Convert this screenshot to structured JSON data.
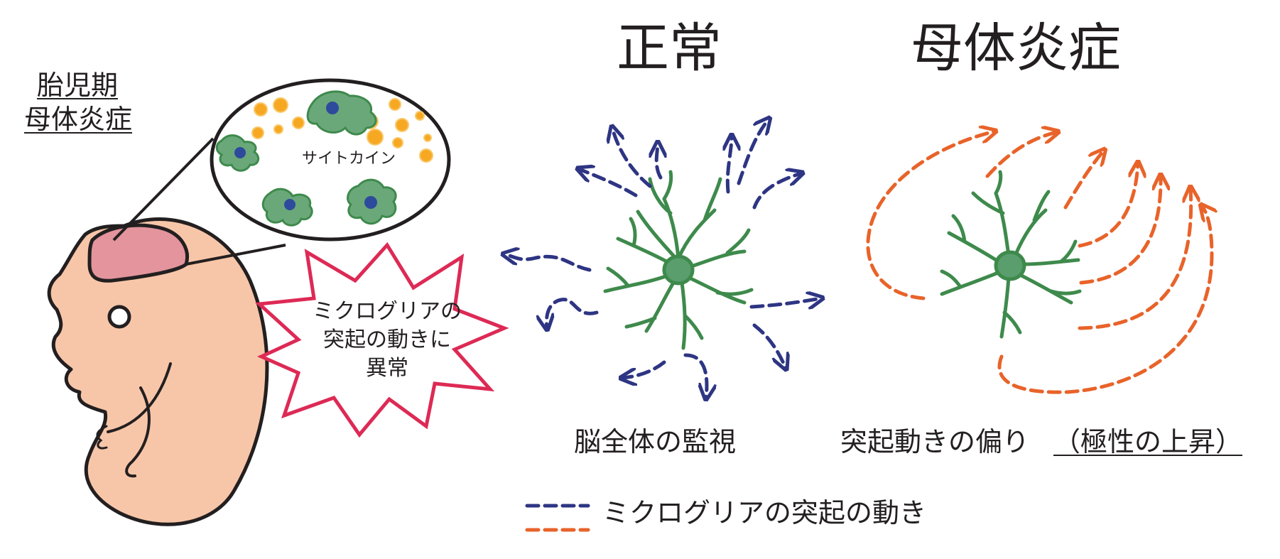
{
  "labels": {
    "period_line1": "胎児期",
    "period_line2": "母体炎症",
    "cytokine": "サイトカイン",
    "burst_line1": "ミクログリアの",
    "burst_line2": "突起の動きに",
    "burst_line3": "異常",
    "normal_title": "正常",
    "inflammation_title": "母体炎症",
    "normal_caption": "脳全体の監視",
    "inflammation_caption_main": "突起動きの偏り",
    "inflammation_caption_paren": "（極性の上昇）",
    "legend": "ミクログリアの突起の動き"
  },
  "colors": {
    "fetus_skin": "#f7c6a9",
    "brain": "#e3949c",
    "microglia_green": "#3e8a4c",
    "microglia_soma": "#5a9e6e",
    "small_cell_fill": "#6aa87a",
    "small_cell_nucleus": "#2e4a9c",
    "cytokine_dot": "#f7a823",
    "normal_arrow_blue": "#2e3583",
    "inflammation_arrow_orange": "#e8632a",
    "burst_outline": "#dd2a55",
    "outline": "#231f20"
  },
  "legend_items": [
    {
      "series": "normal",
      "color_key": "normal_arrow_blue"
    },
    {
      "series": "inflammation",
      "color_key": "inflammation_arrow_orange"
    }
  ]
}
